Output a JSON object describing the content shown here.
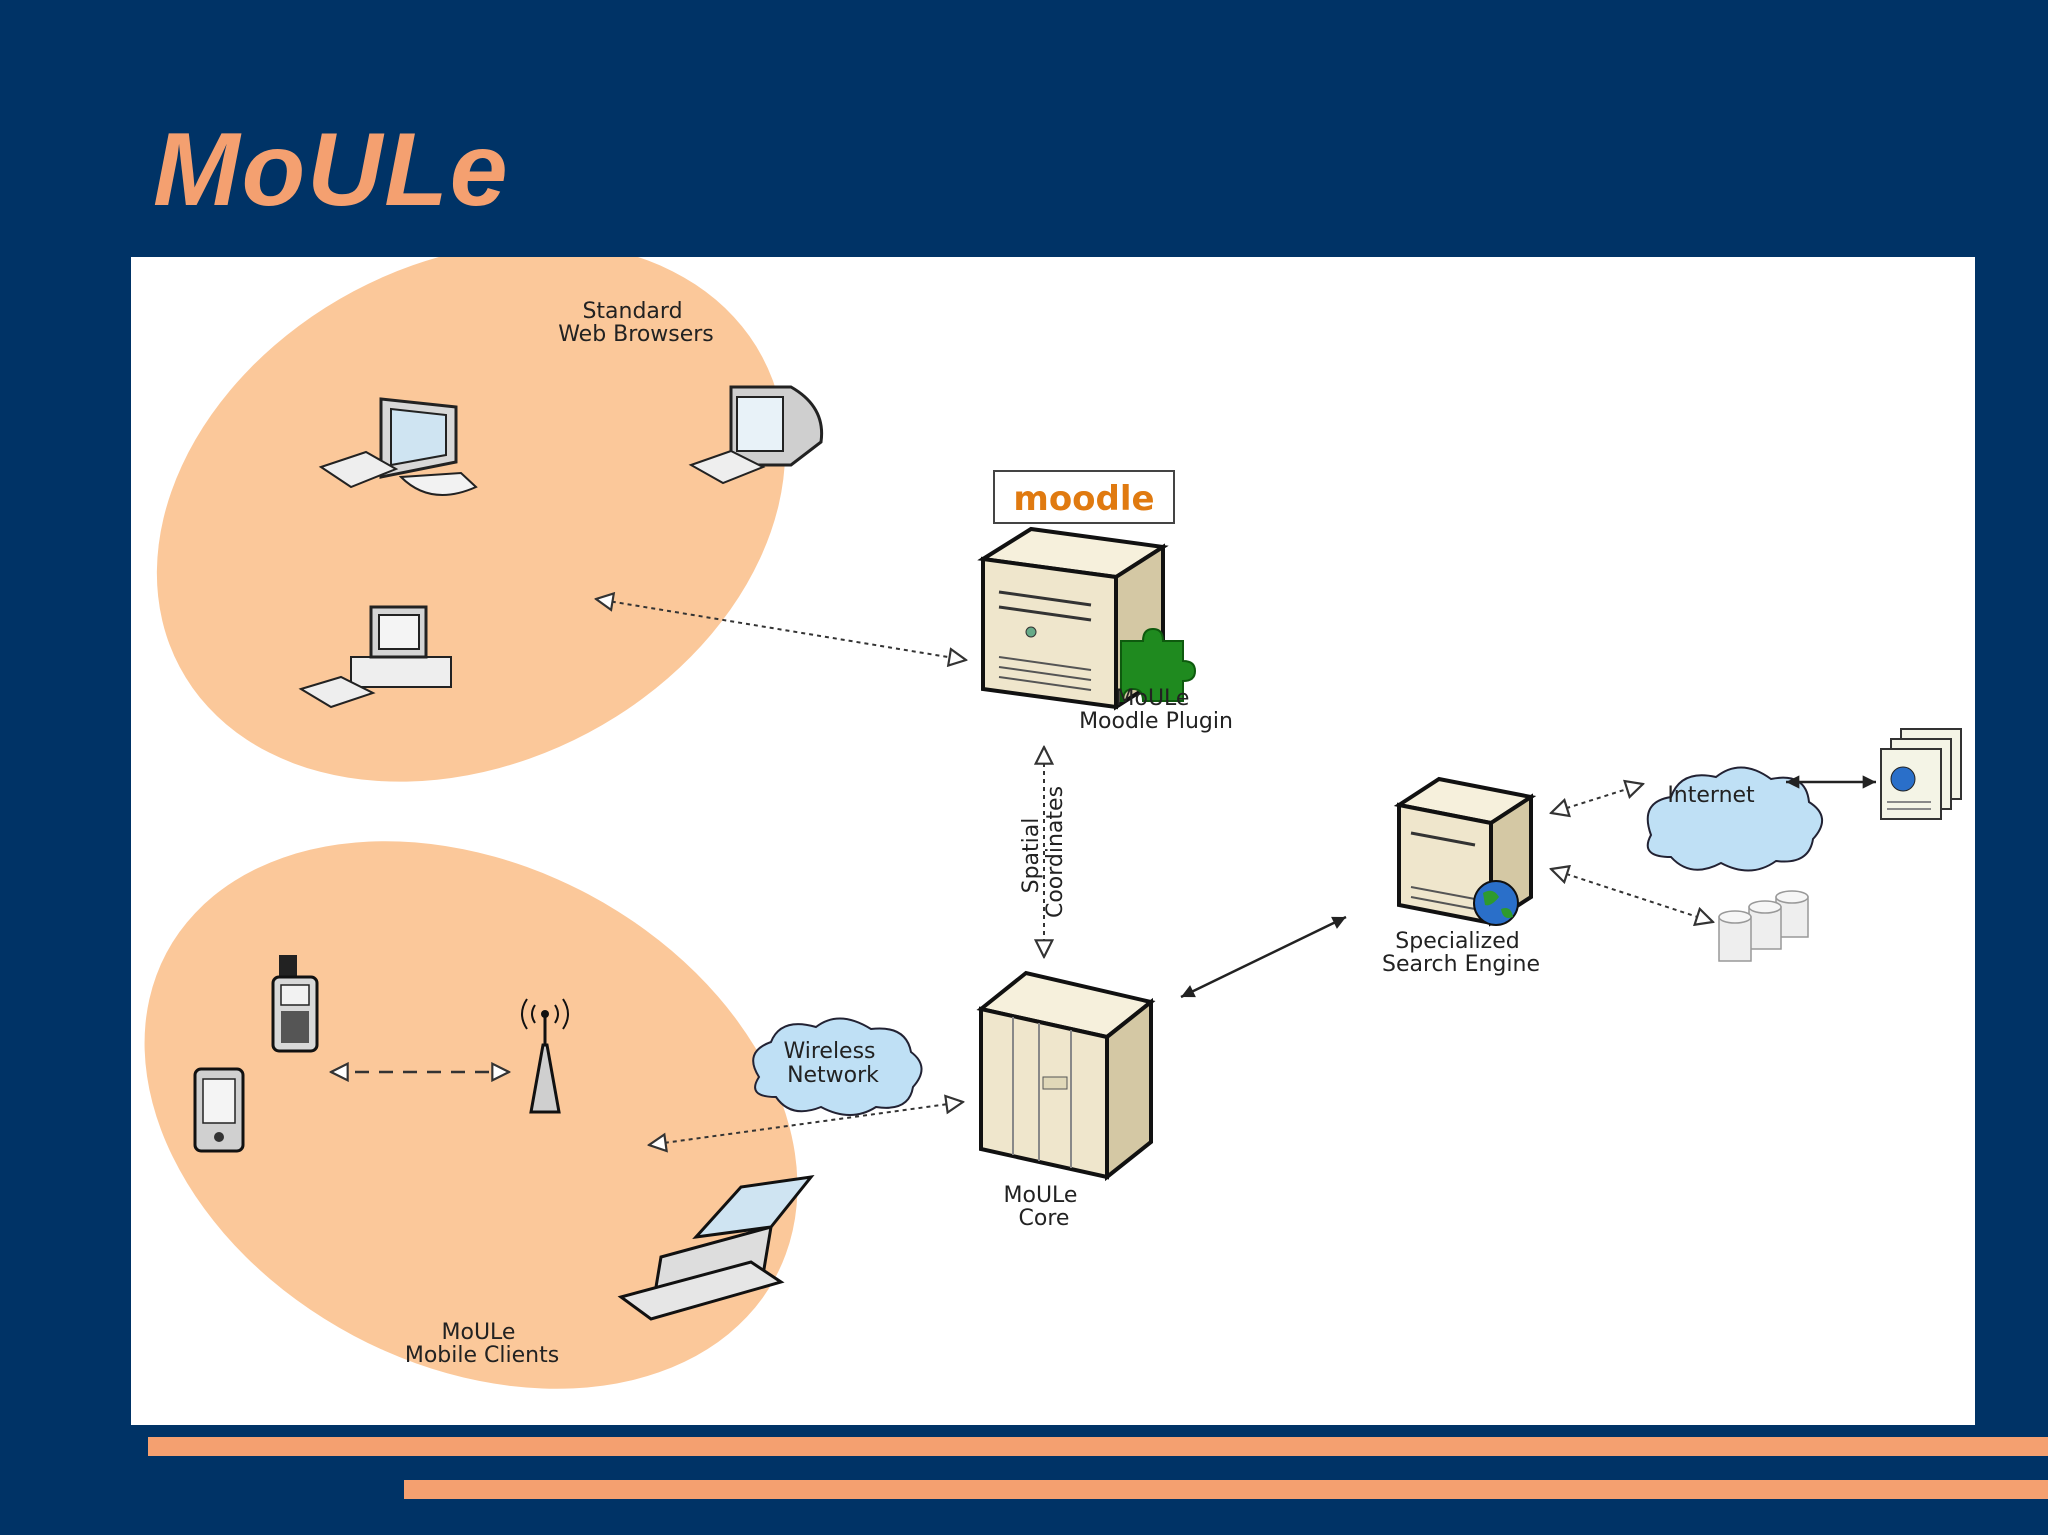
{
  "slide": {
    "title": "MoULe"
  },
  "diagram": {
    "web_browsers_label": [
      "Standard",
      "Web Browsers"
    ],
    "moodle_logo_text": "moodle",
    "moodle_plugin_label": [
      "MoULe",
      "Moodle Plugin"
    ],
    "spatial_coordinates_label": [
      "Spatial",
      "Coordinates"
    ],
    "internet_label": "Internet",
    "search_engine_label": [
      "Specialized",
      "Search Engine"
    ],
    "wireless_network_label": [
      "Wireless",
      "Network"
    ],
    "core_label": [
      "MoULe",
      "Core"
    ],
    "mobile_clients_label": [
      "MoULe",
      "Mobile Clients"
    ]
  },
  "colors": {
    "background": "#003366",
    "accent": "#f4a070",
    "cluster_fill": "#fbc89a",
    "cloud_fill": "#bfe0f5",
    "server_fill": "#efe6cc",
    "plugin_green": "#1f8a1f"
  },
  "icons": [
    "desktop-computer-icon",
    "crt-computer-icon",
    "workstation-icon",
    "server-icon",
    "puzzle-piece-icon",
    "globe-icon",
    "documents-icon",
    "database-icon",
    "cellphone-icon",
    "pda-icon",
    "antenna-icon",
    "laptop-icon",
    "cloud-icon"
  ]
}
